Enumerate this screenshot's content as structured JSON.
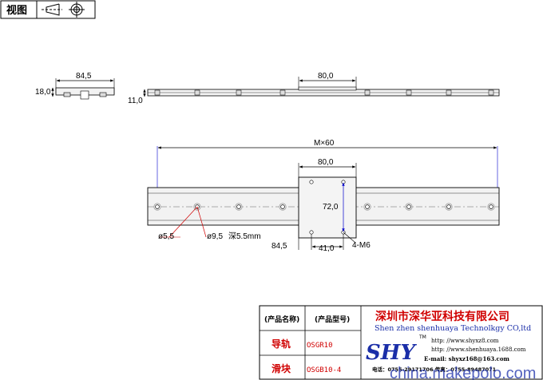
{
  "header": {
    "view_label": "视图",
    "icon_cone": "cone-projection-icon",
    "icon_crosshair": "crosshair-icon"
  },
  "dimensions": {
    "side_width": "84,5",
    "side_height": "18,0",
    "front_height": "11,0",
    "front_block": "80,0",
    "pitch": "M×60",
    "block_len": "80,0",
    "block_h": "72,0",
    "hole_small": "ø5,5",
    "hole_large": "ø9,5",
    "hole_depth": "深5.5mm",
    "offset": "84,5",
    "spacing": "41,0",
    "thread": "4-M6"
  },
  "title_block": {
    "col_name": "(产品名称)",
    "col_model": "(产品型号)",
    "row1_name": "导轨",
    "row1_model": "OSGR10",
    "row2_name": "滑块",
    "row2_model": "OSGB10-4",
    "company_cn": "深圳市深华亚科技有限公司",
    "company_en": "Shen zhen shenhuaya Technolkgy CO,ltd",
    "logo": "SHY",
    "tm": "TM",
    "contact1": "http: //www.shyxz8.com",
    "contact2": "http: //www.shenhuaya.1688.com",
    "contact3": "E-mail: shyxz168@163.com",
    "contact4": "电话：0755-29171706 传真：0755-89487071",
    "watermark": "china.makepolo.com"
  },
  "colors": {
    "line": "#000000",
    "dim_line": "#0000cc",
    "hole_ring": "#9a9a9a",
    "red": "#d00000",
    "title_blue": "#1a2ea8",
    "watermark": "#1a2ea8"
  }
}
